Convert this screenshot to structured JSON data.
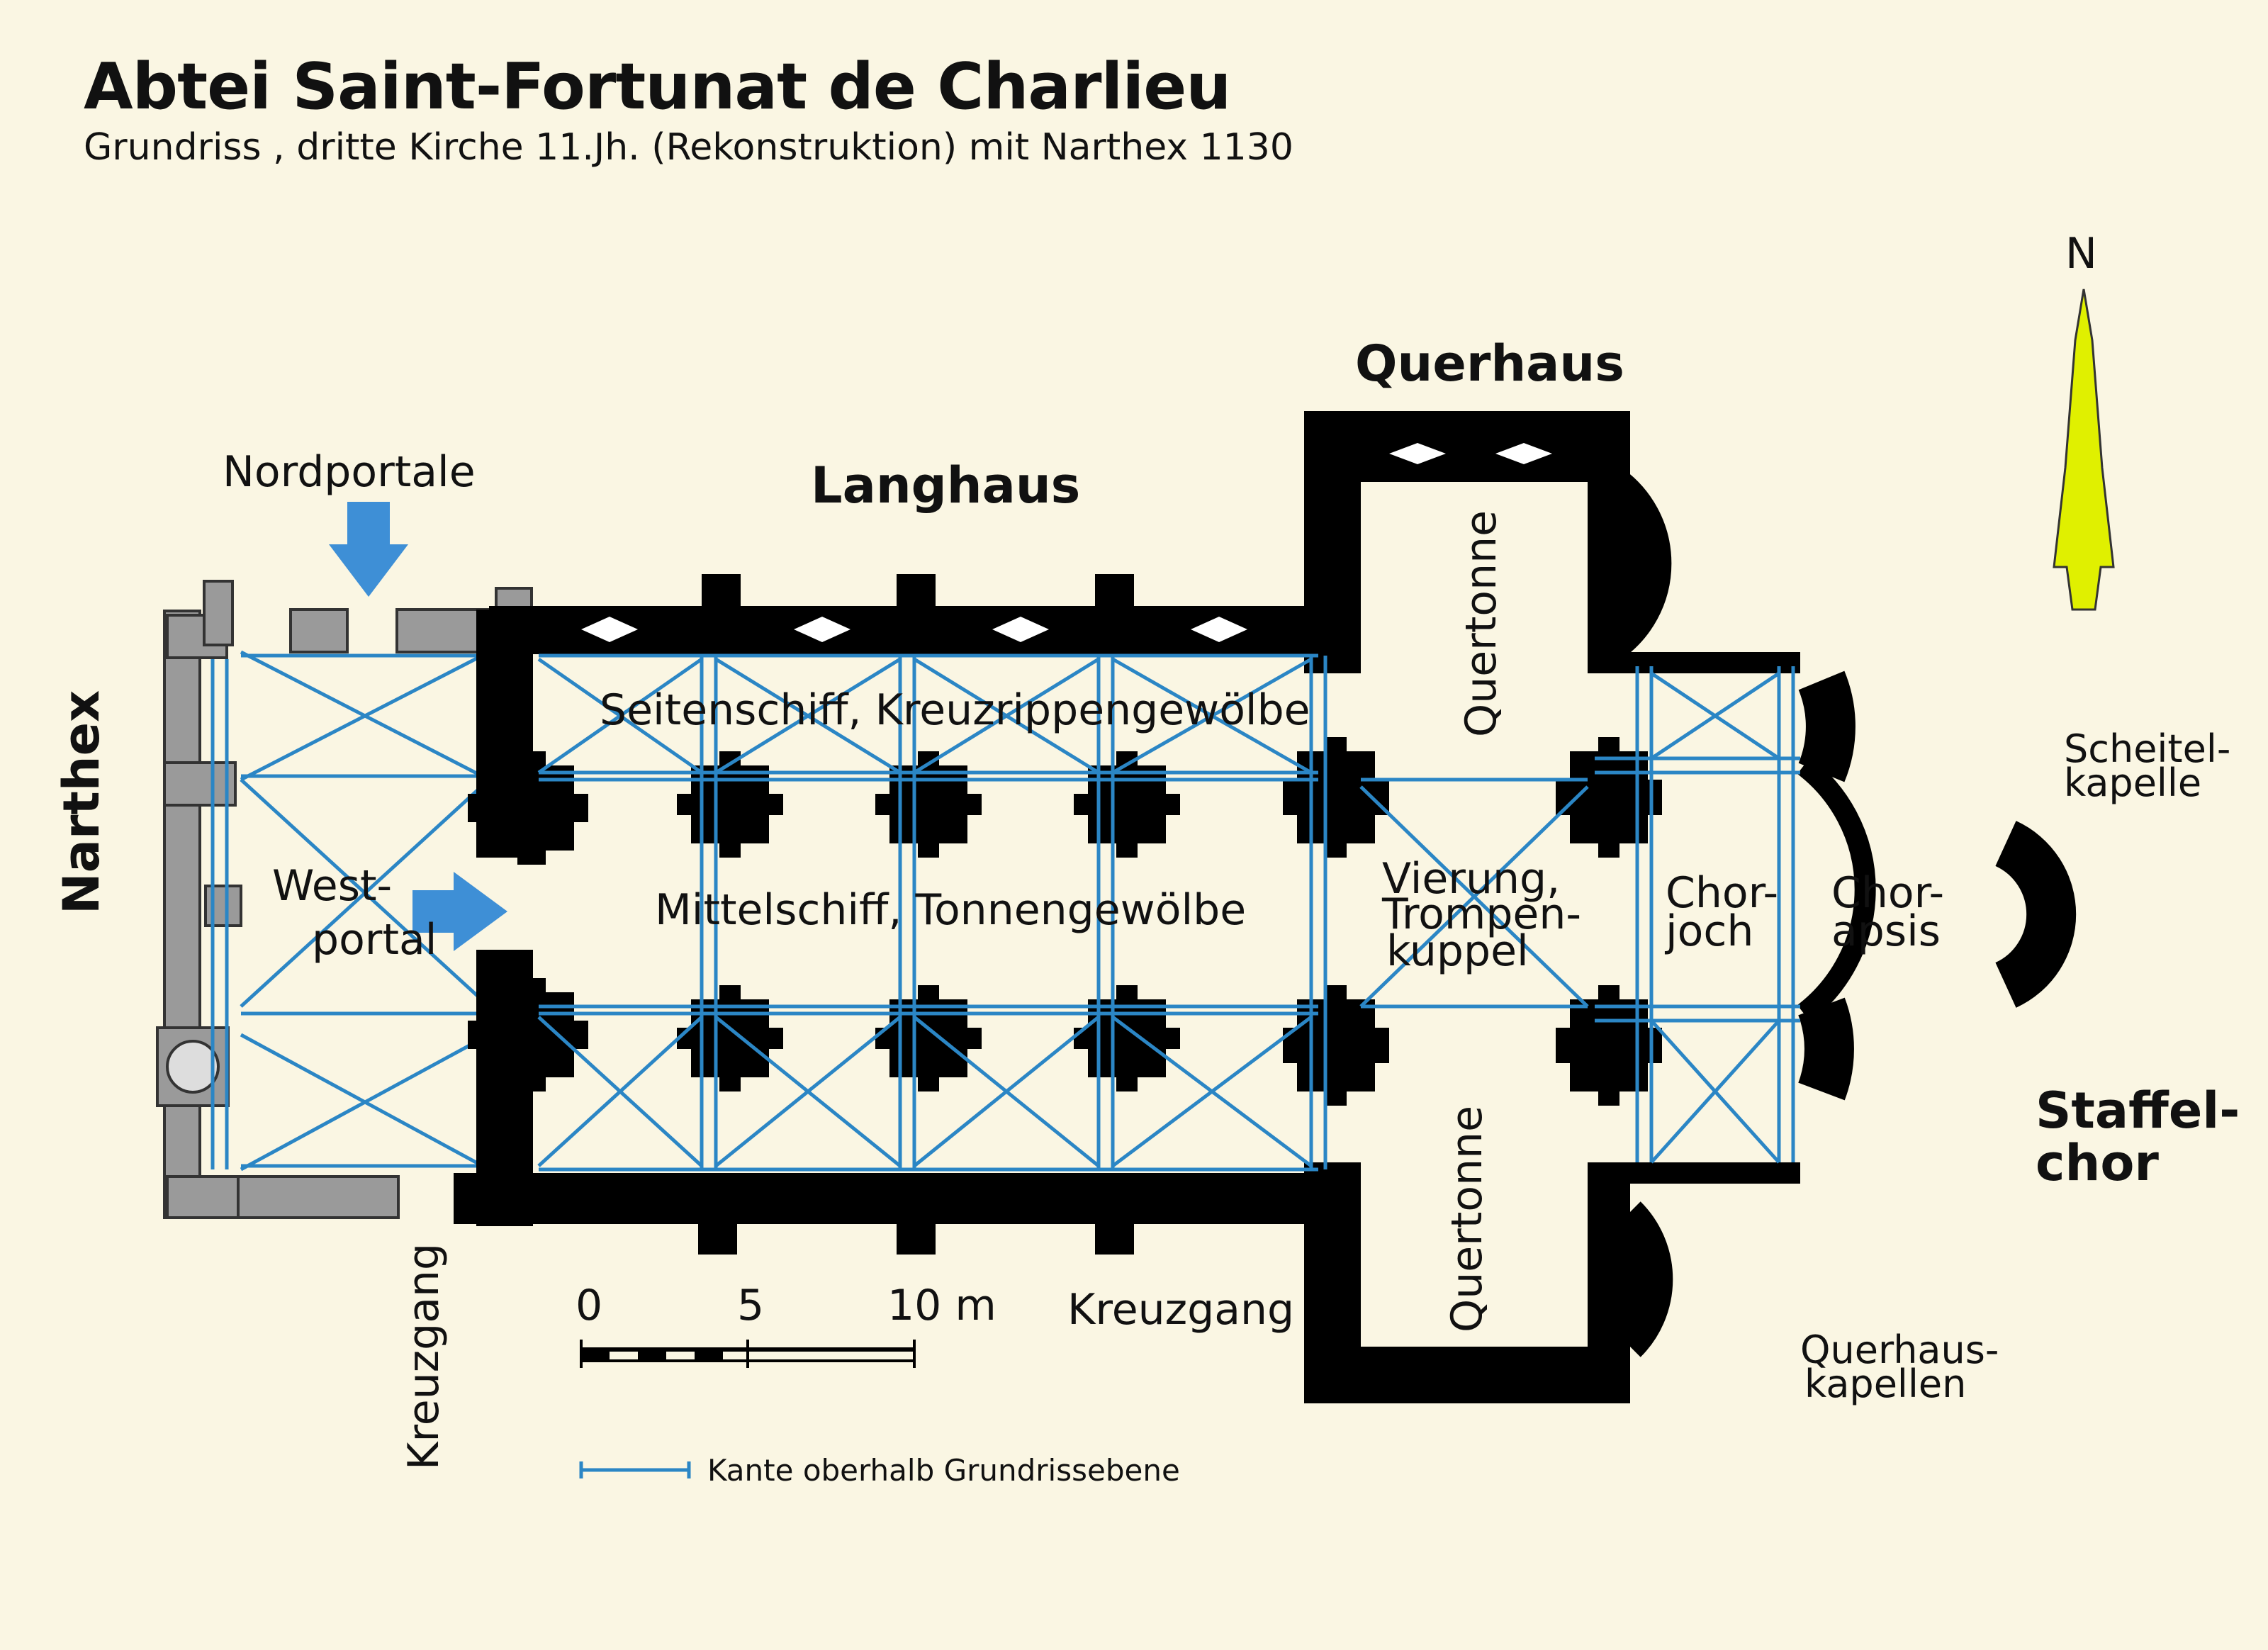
{
  "title": "Abtei Saint-Fortunat de Charlieu",
  "subtitle": "Grundriss , dritte Kirche 11.Jh. (Rekonstruktion) mit Narthex 1130",
  "labels": {
    "querhaus": "Querhaus",
    "langhaus": "Langhaus",
    "nordportale": "Nordportale",
    "narthex": "Narthex",
    "westportal_1": "West-",
    "westportal_2": "portal",
    "seitenschiff": "Seitenschiff, Kreuzrippengewölbe",
    "mittelschiff": "Mittelschiff, Tonnengewölbe",
    "quertonne_north": "Quertonne",
    "quertonne_south": "Quertonne",
    "vierung_1": "Vierung,",
    "vierung_2": "Trompen-",
    "vierung_3": "kuppel",
    "chorjoch_1": "Chor-",
    "chorjoch_2": "joch",
    "chorapsis_1": "Chor-",
    "chorapsis_2": "apsis",
    "scheitelkapelle_1": "Scheitel-",
    "scheitelkapelle_2": "kapelle",
    "staffelchor_1": "Staffel-",
    "staffelchor_2": "chor",
    "querhauskapellen_1": "Querhaus-",
    "querhauskapellen_2": "kapellen",
    "kreuzgang_west": "Kreuzgang",
    "kreuzgang_south": "Kreuzgang"
  },
  "north_arrow": {
    "label": "N",
    "color": "#e0f000"
  },
  "scale_bar": {
    "tick_0": "0",
    "tick_5": "5",
    "tick_10": "10 m"
  },
  "legend": {
    "text": "Kante oberhalb Grundrissebene",
    "color": "#2b86c5"
  },
  "colors": {
    "background": "#faf6e3",
    "wall": "#000000",
    "narthex_wall": "#9a9a9a",
    "vault_lines": "#2b86c5",
    "arrow_blue": "#3e8fd6"
  }
}
